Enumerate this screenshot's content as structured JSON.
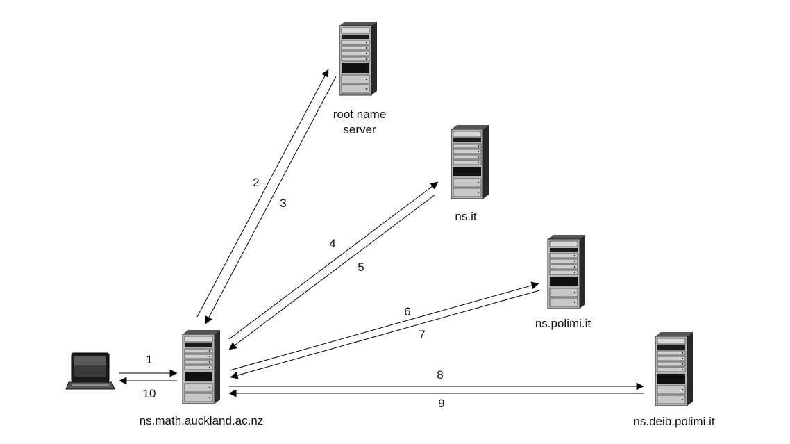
{
  "nodes": {
    "client": {
      "icon": "laptop-icon"
    },
    "local": {
      "label": "ns.math.auckland.ac.nz",
      "icon": "server-tower-icon"
    },
    "root": {
      "label_line1": "root  name",
      "label_line2": "server",
      "icon": "server-tower-icon"
    },
    "it": {
      "label": "ns.it",
      "icon": "server-tower-icon"
    },
    "polimi": {
      "label": "ns.polimi.it",
      "icon": "server-tower-icon"
    },
    "deib": {
      "label": "ns.deib.polimi.it",
      "icon": "server-tower-icon"
    }
  },
  "steps": [
    "1",
    "2",
    "3",
    "4",
    "5",
    "6",
    "7",
    "8",
    "9",
    "10"
  ],
  "colors": {
    "line": "#000000",
    "server_body": "#b8b8b8",
    "server_dark": "#1a1a1a",
    "text": "#111111"
  }
}
